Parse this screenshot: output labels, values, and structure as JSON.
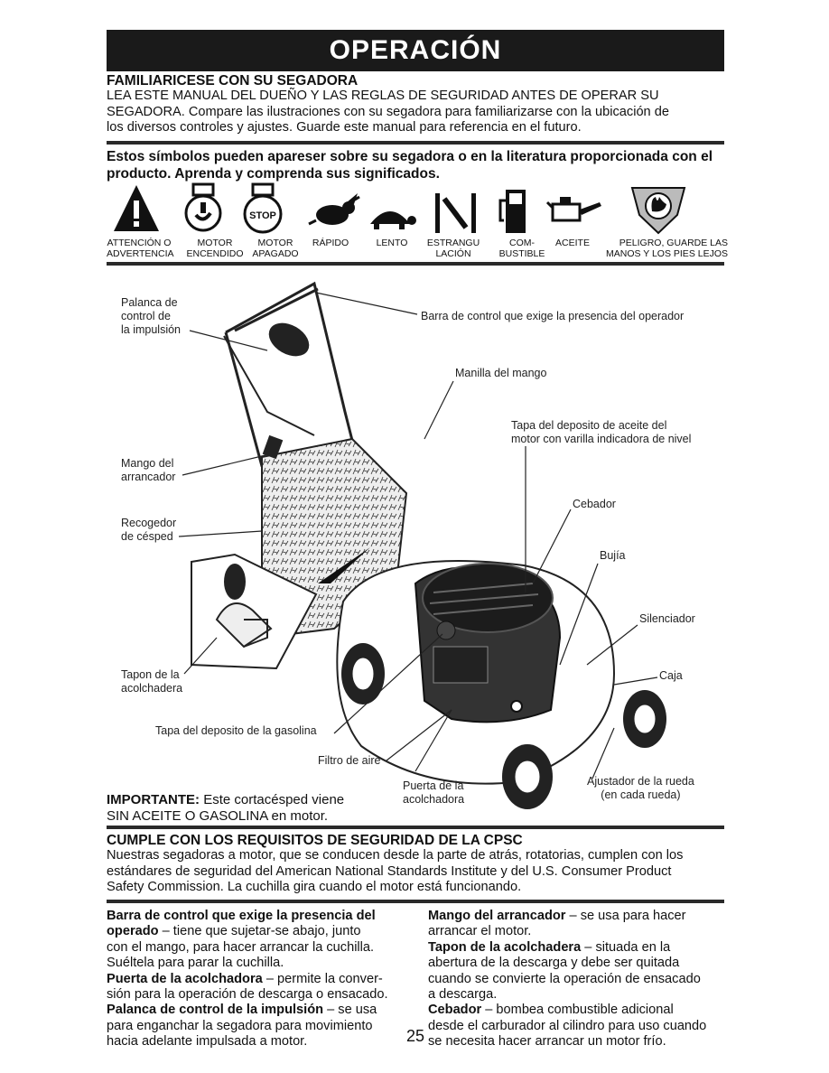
{
  "header": {
    "title": "OPERACIÓN"
  },
  "familiarize": {
    "heading": "FAMILIARICESE CON SU SEGADORA",
    "lines": [
      "LEA ESTE MANUAL DEL DUEÑO Y LAS REGLAS DE SEGURIDAD ANTES DE OPERAR SU",
      "SEGADORA. Compare las ilustraciones con su segadora para familiarizarse con la ubicación de",
      "los diversos controles y ajustes. Guarde este manual para referencia en el futuro."
    ]
  },
  "symbols": {
    "intro_lines": [
      "Estos símbolos pueden apareser sobre su segadora o en la literatura proporcionada con el",
      "producto.  Aprenda y comprenda sus significados."
    ],
    "items": [
      {
        "icon": "warning-triangle-icon",
        "label1": "ATTENCIÓN O",
        "label2": "ADVERTENCIA"
      },
      {
        "icon": "engine-on-icon",
        "label1": "MOTOR",
        "label2": "ENCENDIDO"
      },
      {
        "icon": "engine-stop-icon",
        "label1": "MOTOR",
        "label2": "APAGADO",
        "icon_text": "STOP"
      },
      {
        "icon": "rabbit-icon",
        "label1": "RÁPIDO",
        "label2": ""
      },
      {
        "icon": "turtle-icon",
        "label1": "LENTO",
        "label2": ""
      },
      {
        "icon": "choke-icon",
        "label1": "ESTRANGU",
        "label2": "LACIÓN"
      },
      {
        "icon": "fuel-pump-icon",
        "label1": "COM-",
        "label2": "BUSTIBLE"
      },
      {
        "icon": "oil-can-icon",
        "label1": "ACEITE",
        "label2": ""
      },
      {
        "icon": "hand-danger-icon",
        "label1": "PELIGRO, GUARDE LAS",
        "label2": "MANOS Y LOS PIES LEJOS"
      }
    ]
  },
  "diagram": {
    "labels": {
      "palanca": [
        "Palanca de",
        "control de",
        "la impulsión"
      ],
      "barra": "Barra de control que exige la presencia del operador",
      "manilla": "Manilla del mango",
      "tapa_aceite": [
        "Tapa del deposito de aceite del",
        "motor con varilla indicadora de nivel"
      ],
      "mango_arrancador": [
        "Mango del",
        "arrancador"
      ],
      "cebador": "Cebador",
      "recogedor": [
        "Recogedor",
        "de césped"
      ],
      "bujia": "Bujía",
      "silenciador": "Silenciador",
      "tapon": [
        "Tapon de la",
        "acolchadera"
      ],
      "caja": "Caja",
      "tapa_gasolina": "Tapa del deposito de la gasolina",
      "filtro": "Filtro de aire",
      "puerta": [
        "Puerta de la",
        "acolchadora"
      ],
      "ajustador": [
        "Ajustador de la rueda",
        "(en cada rueda)"
      ]
    },
    "important_bold": "IMPORTANTE:",
    "important_rest": " Este cortacésped viene",
    "important_line2": "SIN ACEITE O GASOLINA en motor."
  },
  "cpsc": {
    "heading": "CUMPLE CON LOS REQUISITOS DE SEGURIDAD DE LA CPSC",
    "lines": [
      "Nuestras segadoras a motor, que se conducen desde la parte de atrás, rotatorias, cumplen con los",
      "estándares de seguridad del American National Standards Institute y del U.S. Consumer Product",
      "Safety Commission. La cuchilla gira cuando el motor está funcionando."
    ]
  },
  "descriptions": {
    "left": [
      {
        "bold": "Barra de control que exige la presencia del",
        "text": ""
      },
      {
        "bold": "operado",
        "text": " – tiene que sujetar-se abajo, junto"
      },
      {
        "bold": "",
        "text": "con el mango, para hacer arrancar la cuchilla."
      },
      {
        "bold": "",
        "text": "Suéltela para parar la cuchilla."
      },
      {
        "bold": "Puerta de la acolchadora",
        "text": " – permite la conver-"
      },
      {
        "bold": "",
        "text": "sión para la operación de descarga o ensacado."
      },
      {
        "bold": "Palanca de control de la impulsión",
        "text": " – se usa"
      },
      {
        "bold": "",
        "text": "para enganchar la segadora para movimiento"
      },
      {
        "bold": "",
        "text": "hacia adelante impulsada a motor."
      }
    ],
    "right": [
      {
        "bold": "Mango del arrancador",
        "text": " – se usa para hacer"
      },
      {
        "bold": "",
        "text": "arrancar el motor."
      },
      {
        "bold": "Tapon de la acolchadera",
        "text": " – situada en la"
      },
      {
        "bold": "",
        "text": "abertura de la descarga y debe ser quitada"
      },
      {
        "bold": "",
        "text": "cuando se convierte la operación de ensacado"
      },
      {
        "bold": "",
        "text": "a descarga."
      },
      {
        "bold": "Cebador",
        "text": " – bombea combustible adicional"
      },
      {
        "bold": "",
        "text": "desde el carburador al cilindro para uso cuando"
      },
      {
        "bold": "",
        "text": "se necesita hacer arrancar un motor frío."
      }
    ]
  },
  "page_number": "25"
}
